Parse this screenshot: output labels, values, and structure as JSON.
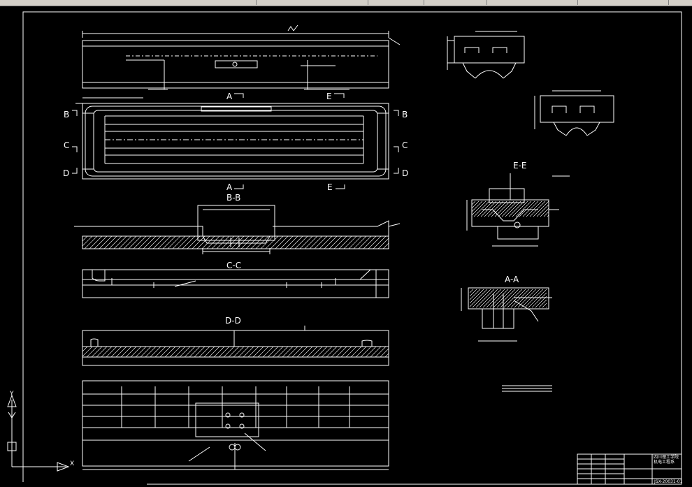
{
  "window": {
    "title": "",
    "toolbar_separators": 6
  },
  "drawing": {
    "background_color": "#000000",
    "line_color": "#ffffff",
    "section_labels": {
      "a_top": "A",
      "a_bottom": "A",
      "e_top": "E",
      "e_bottom": "E",
      "b_left": "B",
      "b_right": "B",
      "c_left": "C",
      "c_right": "C",
      "d_left": "D",
      "d_right": "D"
    },
    "view_titles": {
      "bb": "B-B",
      "cc": "C-C",
      "dd": "D-D",
      "ee": "E-E",
      "aa": "A-A"
    },
    "ucs": {
      "y_label": "Y",
      "x_label": "X"
    },
    "title_block": {
      "org_line1": "四川理工学院",
      "org_line2": "机电工程系",
      "drawing_no": "JSX-20031-01"
    }
  }
}
